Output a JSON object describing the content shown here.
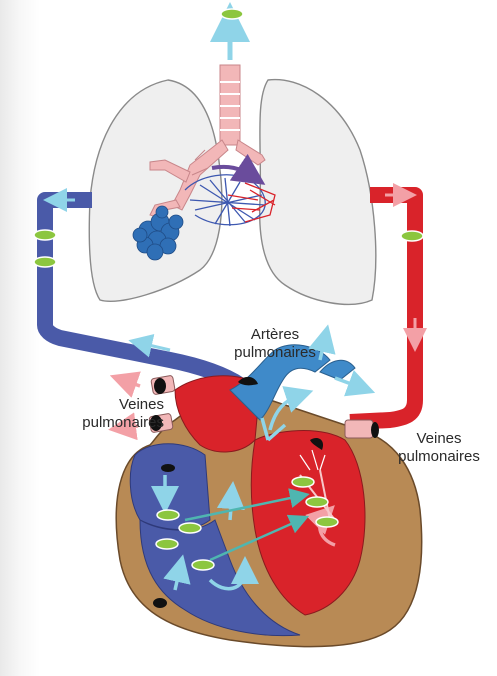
{
  "labels": {
    "arteres_pulmonaires": [
      "Artères",
      "pulmonaires"
    ],
    "veines_pulmonaires_left": [
      "Veines",
      "pulmonaires"
    ],
    "veines_pulmonaires_right": [
      "Veines",
      "pulmonaires"
    ]
  },
  "colors": {
    "oxygenated_blood": "#d9232a",
    "deoxygenated_blood": "#4a5aa8",
    "lung_fill": "#efefef",
    "trachea": "#f2b7b8",
    "heart_muscle": "#b88a55",
    "oxygen_marker": "#8cc63f",
    "flow_arrow": "#8fd4e8"
  }
}
